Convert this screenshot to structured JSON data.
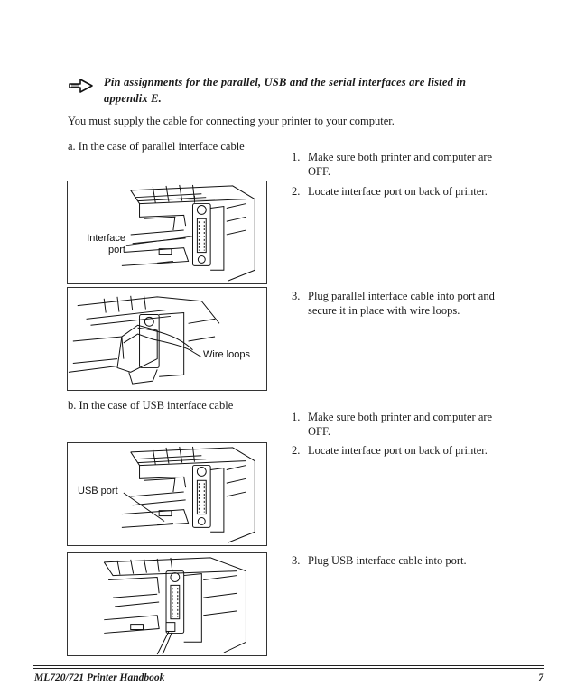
{
  "note": {
    "icon": "pointing-hand-icon",
    "text": "Pin assignments for the parallel, USB and the serial interfaces are listed in appendix E."
  },
  "intro": "You must supply the cable for connecting your printer to your computer.",
  "section_a": {
    "heading": "a.  In the case of parallel interface cable",
    "steps": [
      {
        "num": "1.",
        "text": "Make sure both printer and computer are OFF."
      },
      {
        "num": "2.",
        "text": "Locate interface port on back of printer."
      },
      {
        "num": "3.",
        "text": "Plug parallel interface cable into port and secure it in place with wire loops."
      }
    ],
    "figure1_label": "Interface port",
    "figure2_label": "Wire loops"
  },
  "section_b": {
    "heading": "b.  In the case of USB interface cable",
    "steps": [
      {
        "num": "1.",
        "text": "Make sure both printer and computer are OFF."
      },
      {
        "num": "2.",
        "text": "Locate interface port on back of printer."
      },
      {
        "num": "3.",
        "text": "Plug USB interface cable into port."
      }
    ],
    "figure3_label": "USB port"
  },
  "footer": {
    "title": "ML720/721 Printer Handbook",
    "page": "7"
  }
}
